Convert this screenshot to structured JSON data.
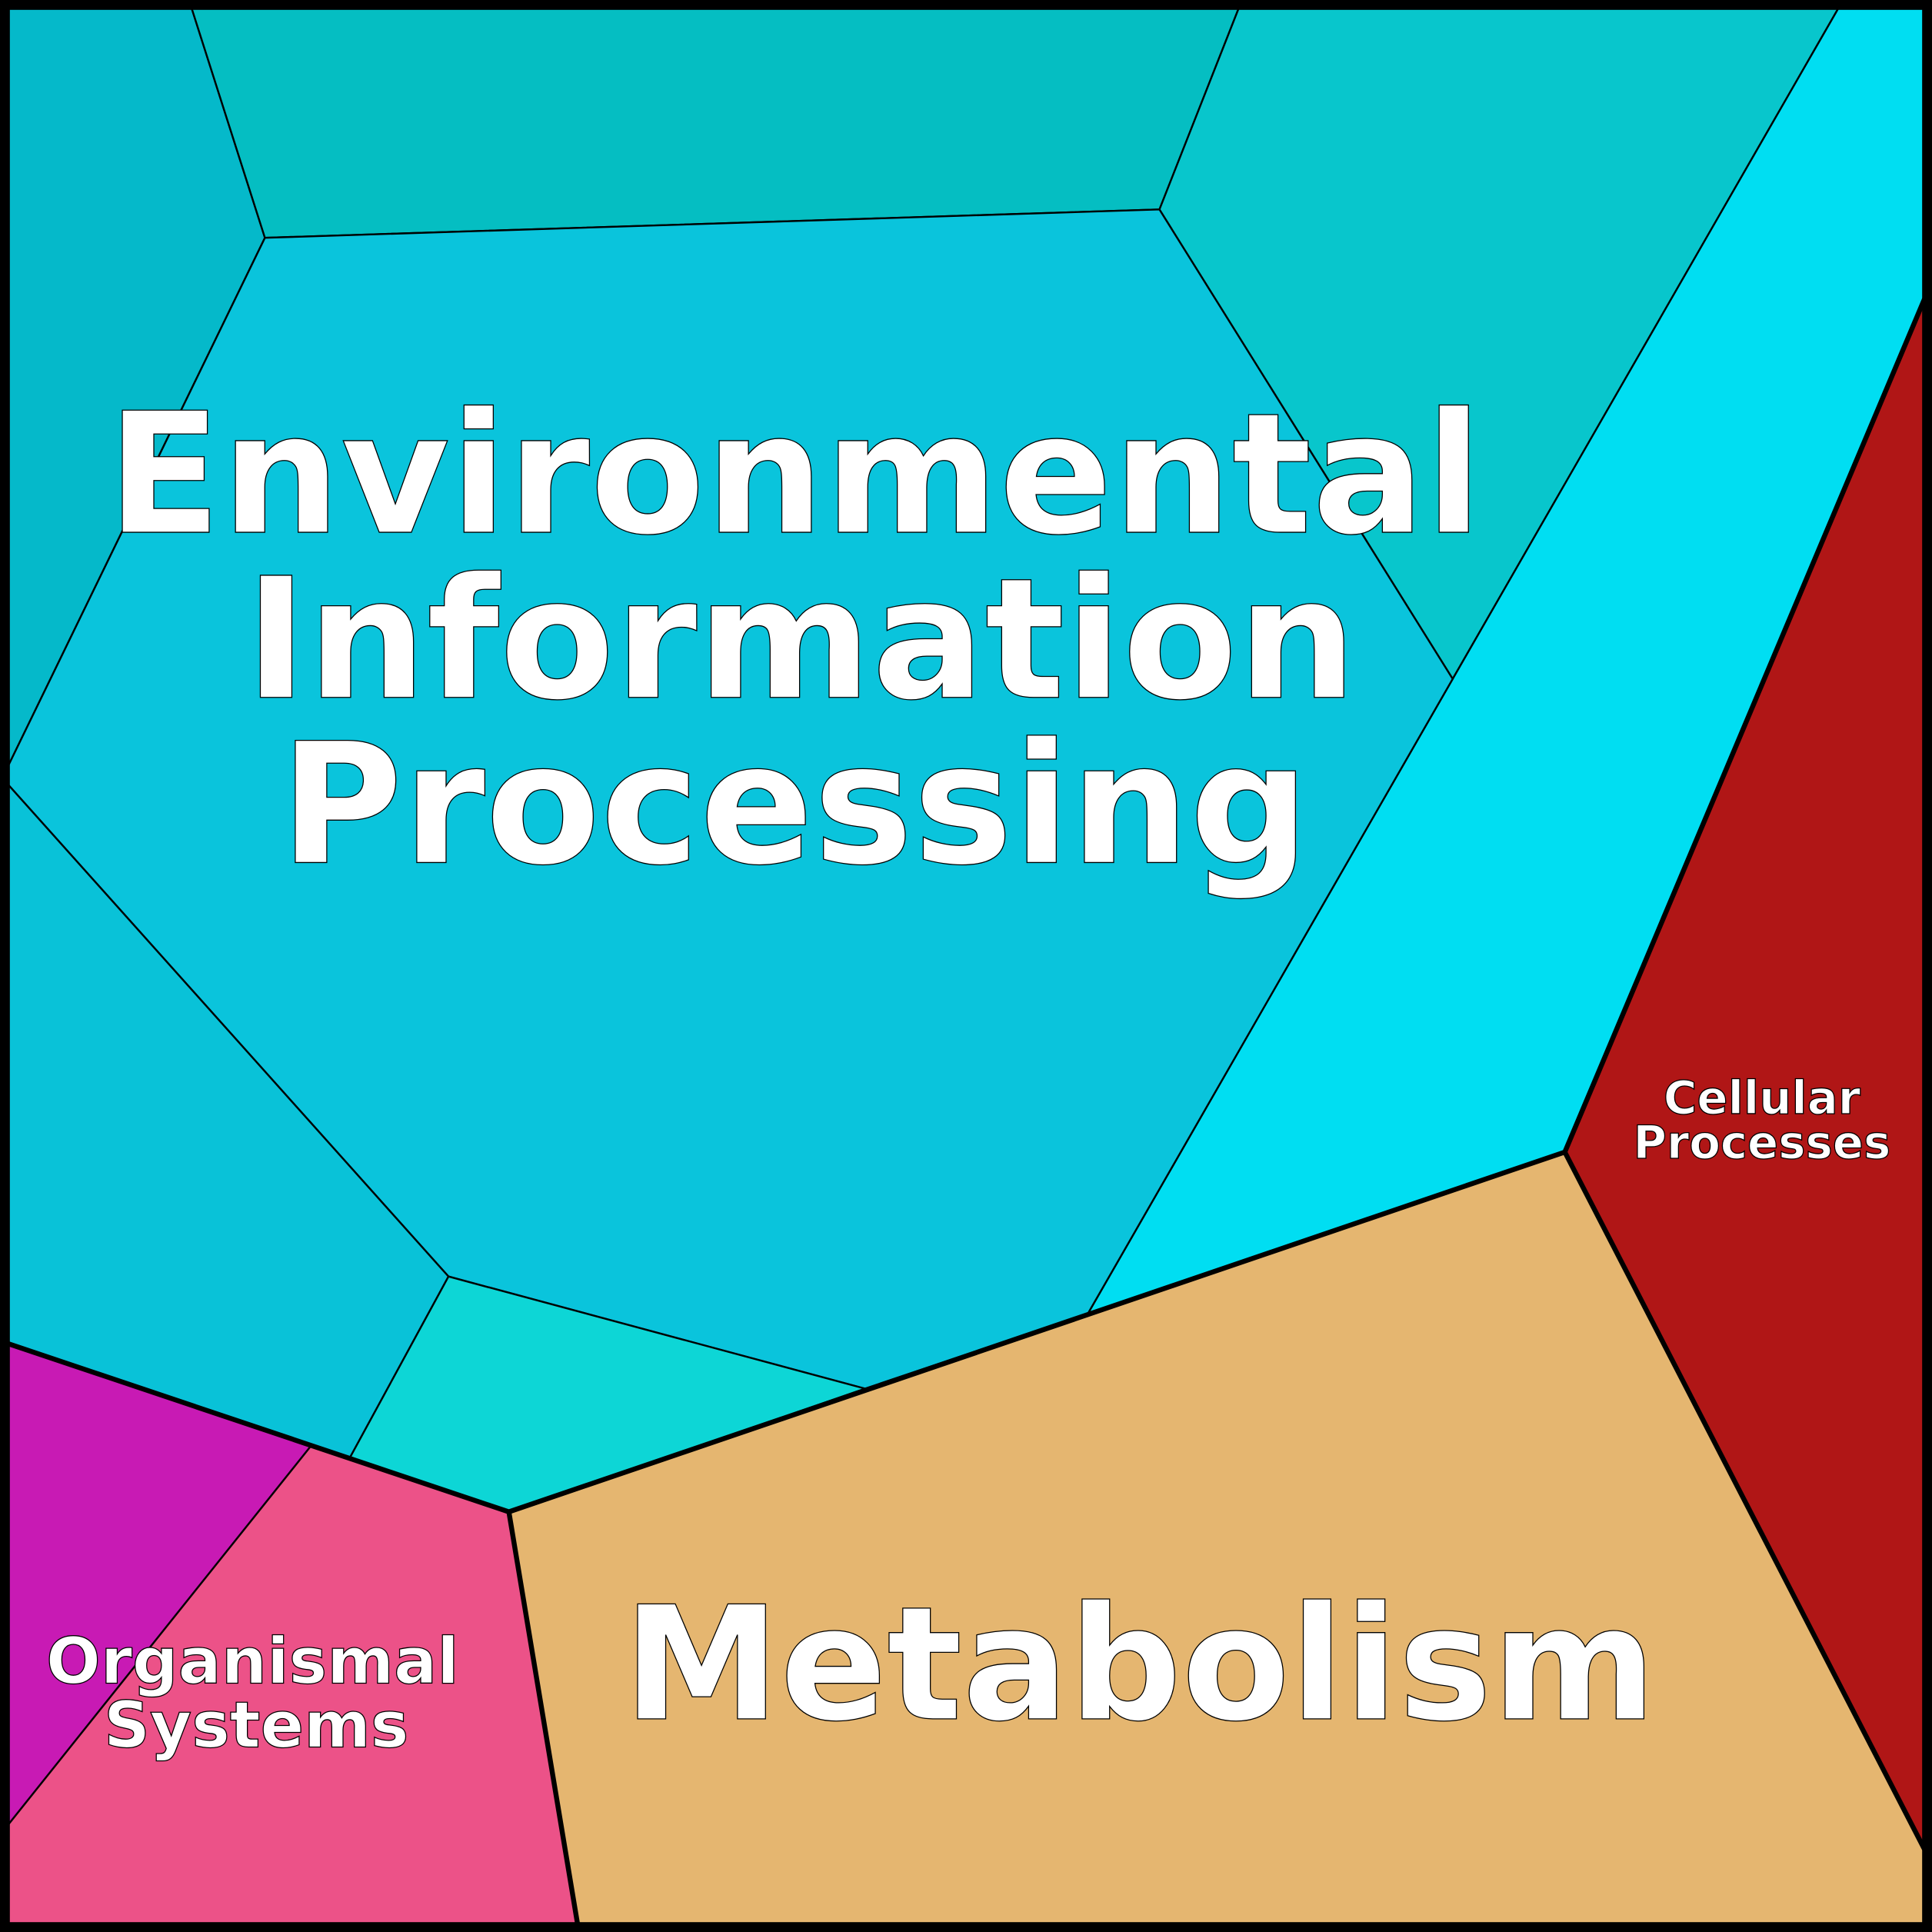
{
  "title": "Voronoi treemap of functional categories",
  "colors": {
    "environmental_information_processing": "#0ac4dc",
    "eip_sub_top_left": "#05b9ca",
    "eip_sub_top_middle": "#05bec2",
    "eip_sub_top_right": "#08c6cc",
    "eip_sub_left_lower": "#09c2d8",
    "eip_sub_bottom": "#0dd6d6",
    "eip_sub_right": "#00def2",
    "cellular_processes": "#b01616",
    "metabolism": "#e5b670",
    "organismal_systems_sub_1": "#c81ab4",
    "organismal_systems_sub_2": "#ec5288"
  },
  "labels": {
    "eip_line1": "Environmental",
    "eip_line2": "Information",
    "eip_line3": "Processing",
    "metabolism": "Metabolism",
    "cellular_line1": "Cellular",
    "cellular_line2": "Processes",
    "organismal_line1": "Organismal",
    "organismal_line2": "Systems"
  }
}
